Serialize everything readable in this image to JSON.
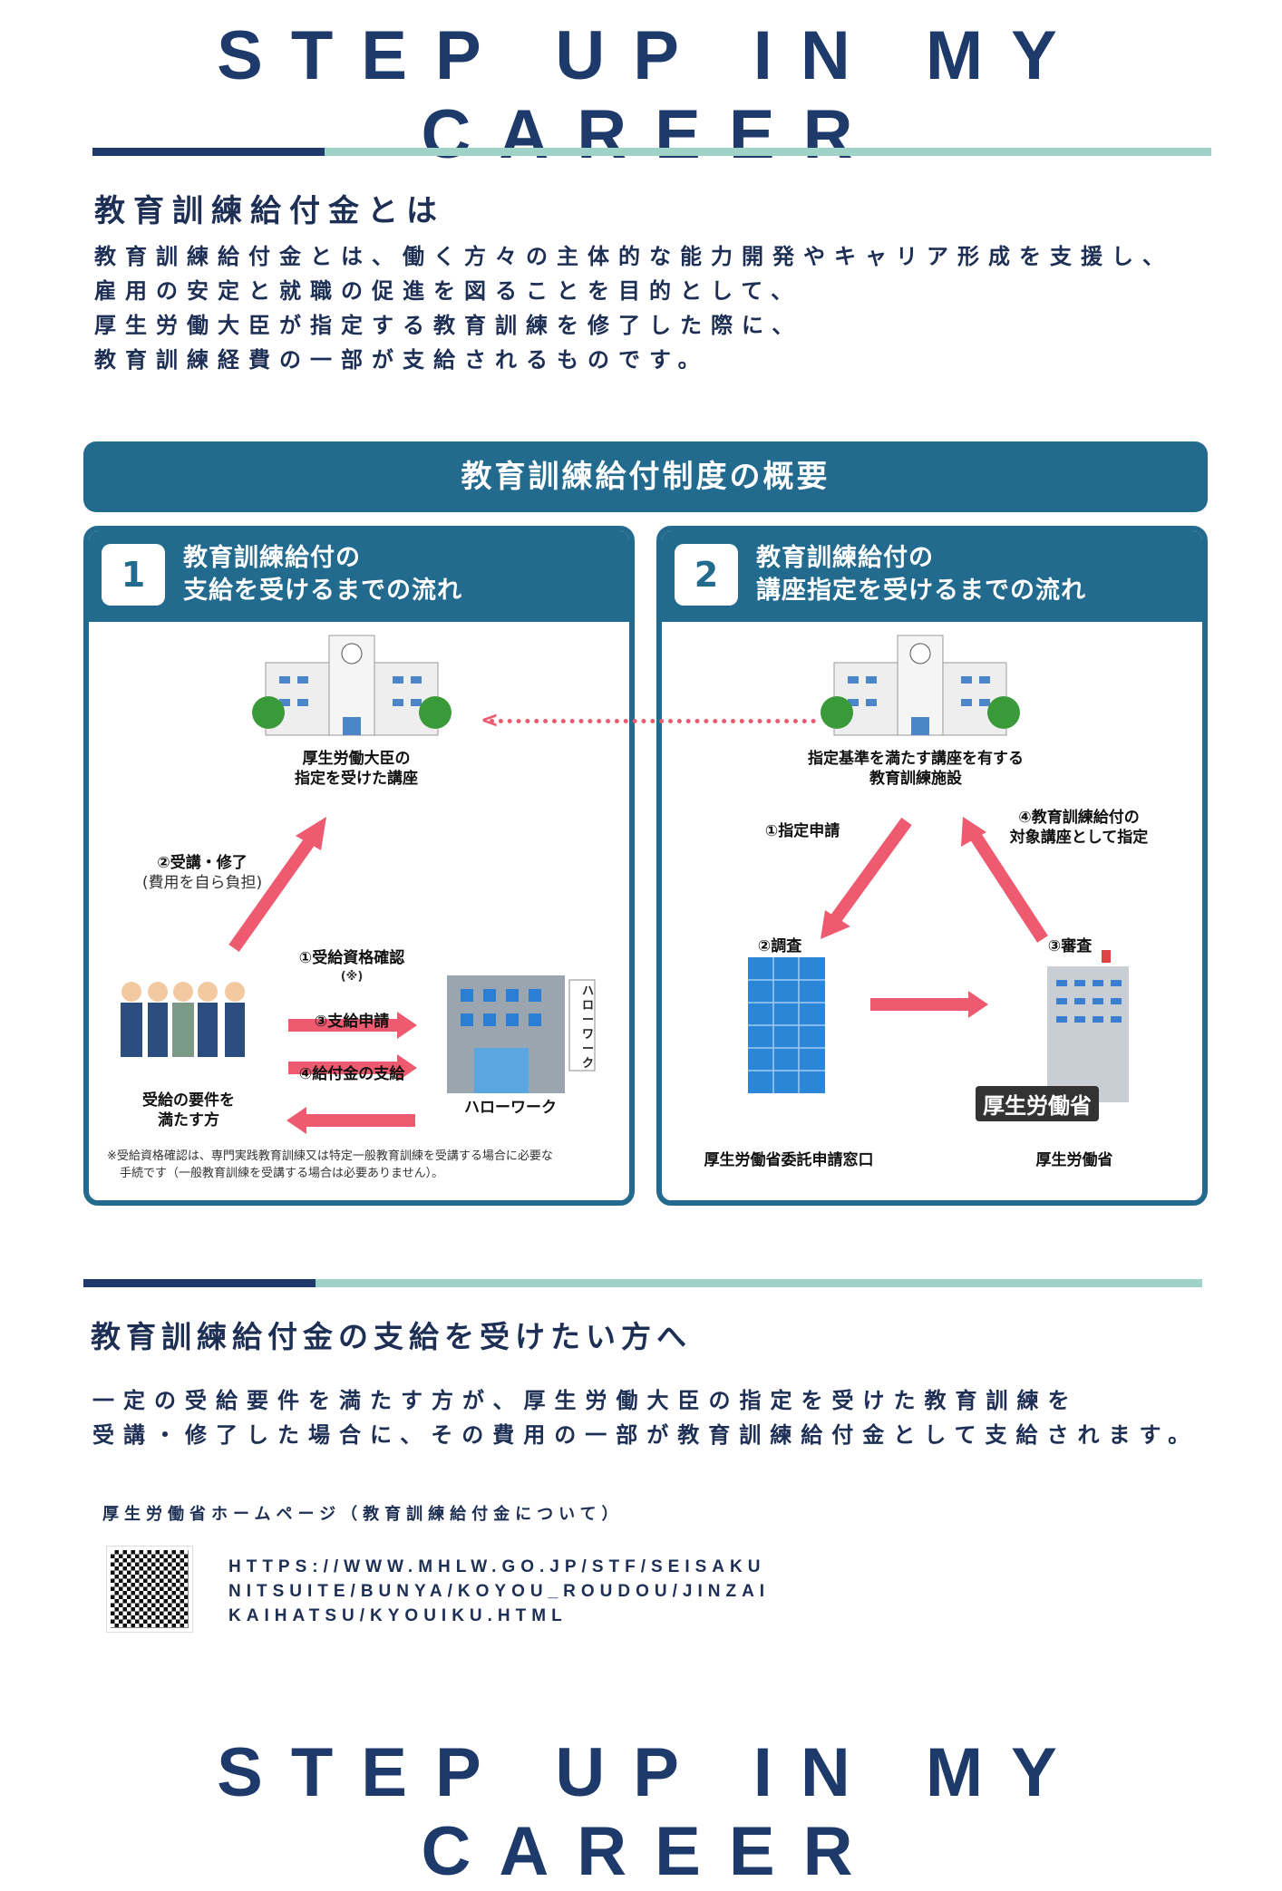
{
  "header_title": "STEP UP IN MY CAREER",
  "section1": {
    "heading": "教育訓練給付金とは",
    "lines": [
      "教育訓練給付金とは、働く方々の主体的な能力開発やキャリア形成を支援し、",
      "雇用の安定と就職の促進を図ることを目的として、",
      "厚生労働大臣が指定する教育訓練を修了した際に、",
      "教育訓練経費の一部が支給されるものです。"
    ]
  },
  "overview": {
    "title": "教育訓練給付制度の概要",
    "panel1": {
      "number": "1",
      "title_lines": [
        "教育訓練給付の",
        "支給を受けるまでの流れ"
      ],
      "course": [
        "厚生労働大臣の",
        "指定を受けた講座"
      ],
      "step2": "②受講・修了",
      "step2_note": "(費用を自ら負担)",
      "step1": "①受給資格確認",
      "step1_note": "(※)",
      "step3": "③支給申請",
      "step4": "④給付金の支給",
      "people": [
        "受給の要件を",
        "満たす方"
      ],
      "hellowork": "ハローワーク",
      "hellowork_sign": "ハローワーク",
      "footnote": [
        "※受給資格確認は、専門実践教育訓練又は特定一般教育訓練を受講する場合に必要な",
        "手続です（一般教育訓練を受講する場合は必要ありません）。"
      ]
    },
    "panel2": {
      "number": "2",
      "title_lines": [
        "教育訓練給付の",
        "講座指定を受けるまでの流れ"
      ],
      "facility": [
        "指定基準を満たす講座を有する",
        "教育訓練施設"
      ],
      "step1": "①指定申請",
      "step2": "②調査",
      "step3": "③審査",
      "step4": [
        "④教育訓練給付の",
        "対象講座として指定"
      ],
      "office": "厚生労働省委託申請窓口",
      "ministry": "厚生労働省",
      "ministry_sign": "厚生労働省"
    }
  },
  "section2": {
    "heading": "教育訓練給付金の支給を受けたい方へ",
    "lines": [
      "一定の受給要件を満たす方が、厚生労働大臣の指定を受けた教育訓練を",
      "受講・修了した場合に、その費用の一部が教育訓練給付金として支給されます。"
    ],
    "link_label": "厚生労働省ホームページ（教育訓練給付金について）",
    "url_lines": [
      "HTTPS://WWW.MHLW.GO.JP/STF/SEISAKU",
      "NITSUITE/BUNYA/KOYOU_ROUDOU/JINZAI",
      "KAIHATSU/KYOUIKU.HTML"
    ]
  },
  "footer_title": "STEP UP IN MY CAREER",
  "colors": {
    "navy": "#1e3a6b",
    "teal": "#9fd3c7",
    "panel": "#236a8f",
    "arrow": "#ee5a6f"
  }
}
